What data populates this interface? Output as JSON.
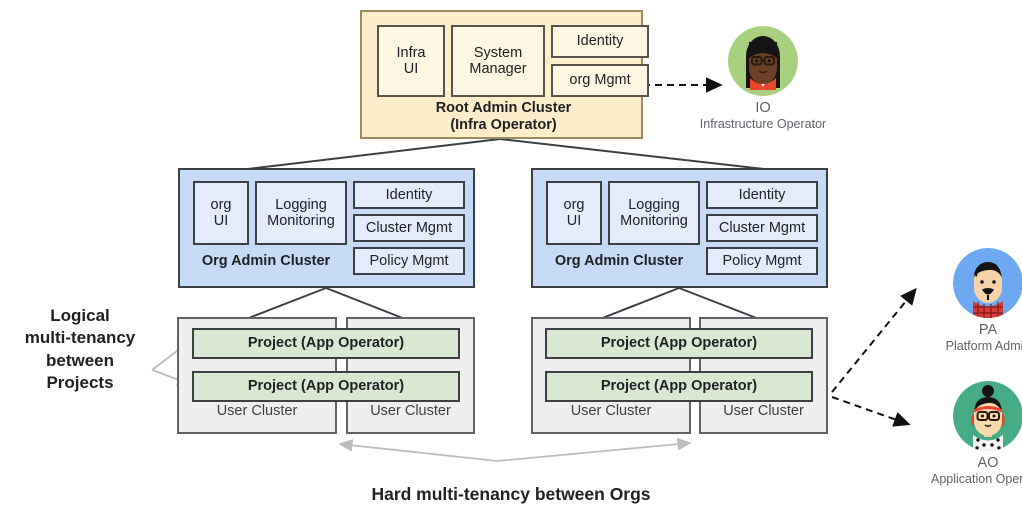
{
  "diagram": {
    "root_cluster": {
      "title_line1": "Root Admin Cluster",
      "title_line2": "(Infra Operator)",
      "color": "#fdeecb",
      "components": [
        {
          "name": "infra-ui",
          "label": "Infra\nUI"
        },
        {
          "name": "system-manager",
          "label": "System\nManager"
        },
        {
          "name": "identity",
          "label": "Identity"
        },
        {
          "name": "org-mgmt",
          "label": "org Mgmt"
        }
      ]
    },
    "org_clusters": [
      {
        "id": "left",
        "title": "Org Admin Cluster",
        "color": "#c6daf5",
        "components": [
          {
            "name": "org-ui",
            "label": "org\nUI"
          },
          {
            "name": "logging-monitoring",
            "label": "Logging\nMonitoring"
          },
          {
            "name": "identity",
            "label": "Identity"
          },
          {
            "name": "cluster-mgmt",
            "label": "Cluster Mgmt"
          },
          {
            "name": "policy-mgmt",
            "label": "Policy Mgmt"
          }
        ],
        "projects": [
          {
            "label": "Project (App Operator)"
          },
          {
            "label": "Project (App Operator)"
          }
        ],
        "user_clusters": [
          {
            "label": "User Cluster"
          },
          {
            "label": "User Cluster"
          }
        ]
      },
      {
        "id": "right",
        "title": "Org Admin Cluster",
        "color": "#c6daf5",
        "components": [
          {
            "name": "org-ui",
            "label": "org\nUI"
          },
          {
            "name": "logging-monitoring",
            "label": "Logging\nMonitoring"
          },
          {
            "name": "identity",
            "label": "Identity"
          },
          {
            "name": "cluster-mgmt",
            "label": "Cluster Mgmt"
          },
          {
            "name": "policy-mgmt",
            "label": "Policy Mgmt"
          }
        ],
        "projects": [
          {
            "label": "Project (App Operator)"
          },
          {
            "label": "Project  (App Operator)"
          }
        ],
        "user_clusters": [
          {
            "label": "User Cluster"
          },
          {
            "label": "User Cluster"
          }
        ]
      }
    ],
    "annotations": {
      "left_note": "Logical\nmulti-tenancy\nbetween\nProjects",
      "bottom_note": "Hard multi-tenancy between Orgs"
    },
    "personas": [
      {
        "id": "io",
        "initials": "IO",
        "role": "Infrastructure Operator",
        "circle_color": "#a8d07f",
        "avatar": "woman-glasses-long-black-hair"
      },
      {
        "id": "pa",
        "initials": "PA",
        "role": "Platform Admin",
        "circle_color": "#6da8f0",
        "avatar": "man-mustache-plaid-shirt"
      },
      {
        "id": "ao",
        "initials": "AO",
        "role": "Application Operator",
        "circle_color": "#46ac86",
        "avatar": "woman-bun-glasses-headphones"
      }
    ],
    "colors": {
      "project_green": "#d9e8d2",
      "user_cluster_grey": "#efefef",
      "org_sub_blue": "#e4ecfb",
      "root_sub_cream": "#fdf6e3",
      "connector": "#3c4043",
      "grey_arrow": "#bdbdbd"
    }
  }
}
